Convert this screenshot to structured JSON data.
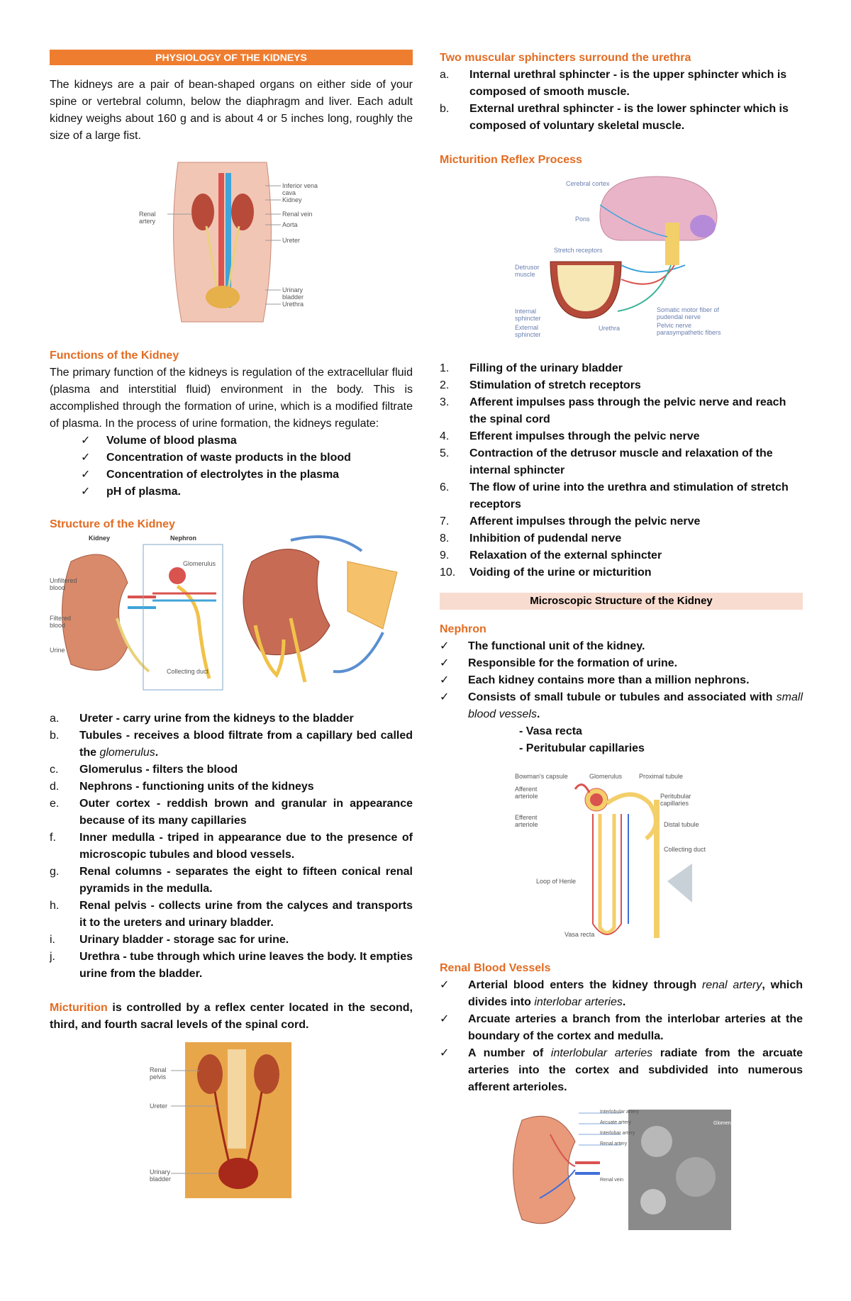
{
  "left": {
    "banner": "PHYSIOLOGY OF THE KIDNEYS",
    "intro": "The kidneys are a pair of bean-shaped organs on either side of your spine or vertebral column, below the diaphragm and liver. Each adult kidney weighs about 160 g and is about 4 or 5 inches long, roughly the size of a large fist.",
    "fig1_labels": [
      "Inferior vena cava",
      "Kidney",
      "Renal artery",
      "Renal vein",
      "Aorta",
      "Ureter",
      "Urinary bladder",
      "Urethra"
    ],
    "functions_heading": "Functions of the Kidney",
    "functions_text": "The primary function of the kidneys is regulation of the extracellular fluid (plasma and interstitial fluid) environment in the body. This is accomplished through the formation of urine, which is a modified filtrate of plasma. In the process of urine formation, the kidneys regulate:",
    "functions_items": [
      "Volume of blood plasma",
      "Concentration of waste products in the blood",
      "Concentration of electrolytes in the plasma",
      "pH of plasma."
    ],
    "structure_heading": "Structure of the Kidney",
    "fig2_labels": [
      "Kidney",
      "Nephron",
      "Glomerulus",
      "Unfiltered blood",
      "Filtered blood",
      "Urine",
      "Collecting duct"
    ],
    "structure_items": [
      {
        "mark": "a.",
        "text": "Ureter - carry urine from the kidneys to the bladder"
      },
      {
        "mark": "b.",
        "text": "Tubules - receives a blood filtrate from a capillary bed called the ",
        "em": "glomerulus",
        "after": "."
      },
      {
        "mark": "c.",
        "text": "Glomerulus - filters the blood"
      },
      {
        "mark": "d.",
        "text": "Nephrons - functioning units of the kidneys"
      },
      {
        "mark": "e.",
        "text": "Outer cortex - reddish brown and granular in appearance because of its many capillaries"
      },
      {
        "mark": "f.",
        "text": "Inner medulla - triped in appearance due to the presence of microscopic tubules and blood vessels."
      },
      {
        "mark": "g.",
        "text": "Renal columns - separates the eight to fifteen conical renal pyramids in the medulla."
      },
      {
        "mark": "h.",
        "text": "Renal pelvis - collects urine from the calyces and transports it to the ureters and urinary bladder."
      },
      {
        "mark": "i.",
        "text": "Urinary bladder - storage sac for urine."
      },
      {
        "mark": "j.",
        "text": "Urethra - tube through which urine leaves the body. It empties urine from the bladder."
      }
    ],
    "micturition_word": "Micturition",
    "micturition_text": " is controlled by a reflex center located in the second, third, and fourth sacral levels of the spinal cord.",
    "fig3_labels": [
      "Renal pelvis",
      "Ureter",
      "Urinary bladder"
    ]
  },
  "right": {
    "sphincters_heading": "Two muscular sphincters surround the urethra",
    "sphincters": [
      {
        "mark": "a.",
        "text": "Internal urethral sphincter - is the upper sphincter which is composed of smooth muscle."
      },
      {
        "mark": "b.",
        "text": "External urethral sphincter - is the lower sphincter which is composed of voluntary skeletal muscle."
      }
    ],
    "reflex_heading": "Micturition Reflex Process",
    "fig4_labels": [
      "Cerebral cortex",
      "Pons",
      "Stretch receptors",
      "Detrusor muscle",
      "Internal sphincter",
      "External sphincter",
      "Urethra",
      "Somatic motor fiber of pudendal nerve",
      "Pelvic nerve parasympathetic fibers"
    ],
    "reflex_steps": [
      {
        "mark": "1.",
        "text": "Filling of the urinary bladder"
      },
      {
        "mark": "2.",
        "text": "Stimulation of stretch receptors"
      },
      {
        "mark": "3.",
        "text": "Afferent impulses pass through the pelvic nerve and reach the spinal cord"
      },
      {
        "mark": "4.",
        "text": "Efferent impulses through the pelvic nerve"
      },
      {
        "mark": "5.",
        "text": "Contraction of the detrusor muscle and relaxation of the internal sphincter"
      },
      {
        "mark": "6.",
        "text": "The flow of urine into the urethra and stimulation of stretch receptors"
      },
      {
        "mark": "7.",
        "text": "Afferent impulses through the pelvic nerve"
      },
      {
        "mark": "8.",
        "text": "Inhibition of pudendal nerve"
      },
      {
        "mark": "9.",
        "text": "Relaxation of the external sphincter"
      },
      {
        "mark": "10.",
        "text": "Voiding of the urine or micturition"
      }
    ],
    "micro_banner": "Microscopic Structure of the Kidney",
    "nephron_heading": "Nephron",
    "nephron_items": [
      {
        "text": "The functional unit of the kidney."
      },
      {
        "text": "Responsible for the formation of urine."
      },
      {
        "text": "Each kidney contains more than a million nephrons."
      },
      {
        "text": "Consists of small  tubule or tubules and associated with ",
        "em": "small blood vessels",
        "after": "."
      }
    ],
    "nephron_sub": [
      "- Vasa recta",
      "- Peritubular capillaries"
    ],
    "fig5_labels": [
      "Bowman's capsule",
      "Glomerulus",
      "Proximal tubule",
      "Afferent arteriole",
      "Efferent arteriole",
      "Peritubular capillaries",
      "Distal tubule",
      "Loop of Henle",
      "Collecting duct",
      "Vasa recta"
    ],
    "vessels_heading": "Renal Blood Vessels",
    "vessels_items": [
      {
        "text": "Arterial blood enters the kidney through  ",
        "em": "renal artery",
        "after": ", which divides into ",
        "em2": "interlobar arteries",
        "after2": "."
      },
      {
        "text": "Arcuate arteries  a branch from the interlobar arteries at the boundary of the cortex and medulla."
      },
      {
        "text": "A number of ",
        "em": "interlobular arteries",
        "after": "  radiate from the arcuate arteries into the cortex and subdivided into numerous afferent arterioles."
      }
    ],
    "fig6_labels": [
      "Interlobular artery",
      "Arcuate artery",
      "Interlobar artery",
      "Renal artery",
      "Renal vein",
      "Glomerulus"
    ]
  },
  "colors": {
    "accent": "#ef7d30",
    "heading": "#e36c22",
    "pink": "#f8dcd0"
  }
}
